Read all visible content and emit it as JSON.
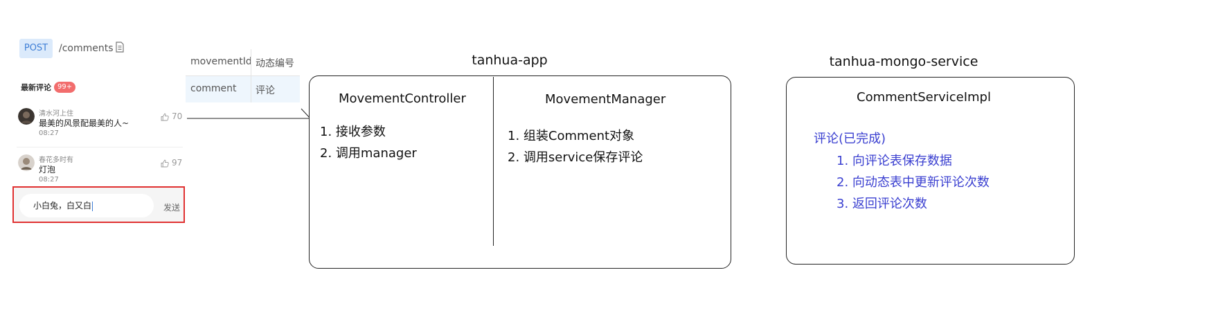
{
  "api": {
    "method": "POST",
    "path": "/comments"
  },
  "params": [
    {
      "name": "movementId",
      "desc": "动态编号"
    },
    {
      "name": "comment",
      "desc": "评论"
    }
  ],
  "comments_panel": {
    "title": "最新评论",
    "badge": "99+",
    "items": [
      {
        "user": "清水河上住",
        "text": "最美的风景配最美的人~",
        "time": "08:27",
        "likes": "70"
      },
      {
        "user": "春花多时有",
        "text": "灯泡",
        "time": "08:27",
        "likes": "97"
      }
    ],
    "input_value": "小白兔，白又白",
    "send_label": "发送"
  },
  "diagram": {
    "app_group": {
      "title": "tanhua-app",
      "controller": {
        "title": "MovementController",
        "steps": [
          "1. 接收参数",
          "2. 调用manager"
        ]
      },
      "manager": {
        "title": "MovementManager",
        "steps": [
          "1. 组装Comment对象",
          "2. 调用service保存评论"
        ]
      }
    },
    "service_group": {
      "title": "tanhua-mongo-service",
      "impl": {
        "title": "CommentServiceImpl",
        "heading": "评论(已完成)",
        "steps": [
          "1. 向评论表保存数据",
          "2. 向动态表中更新评论次数",
          "3. 返回评论次数"
        ]
      }
    }
  },
  "colors": {
    "method_badge_bg": "#dbeafb",
    "method_badge_text": "#3f7fd6",
    "highlight_border": "#e03030",
    "badge_red": "#f26d6d",
    "service_text_blue": "#3a3fd0"
  },
  "icons": [
    "document-icon",
    "thumb-up-icon",
    "avatar"
  ]
}
